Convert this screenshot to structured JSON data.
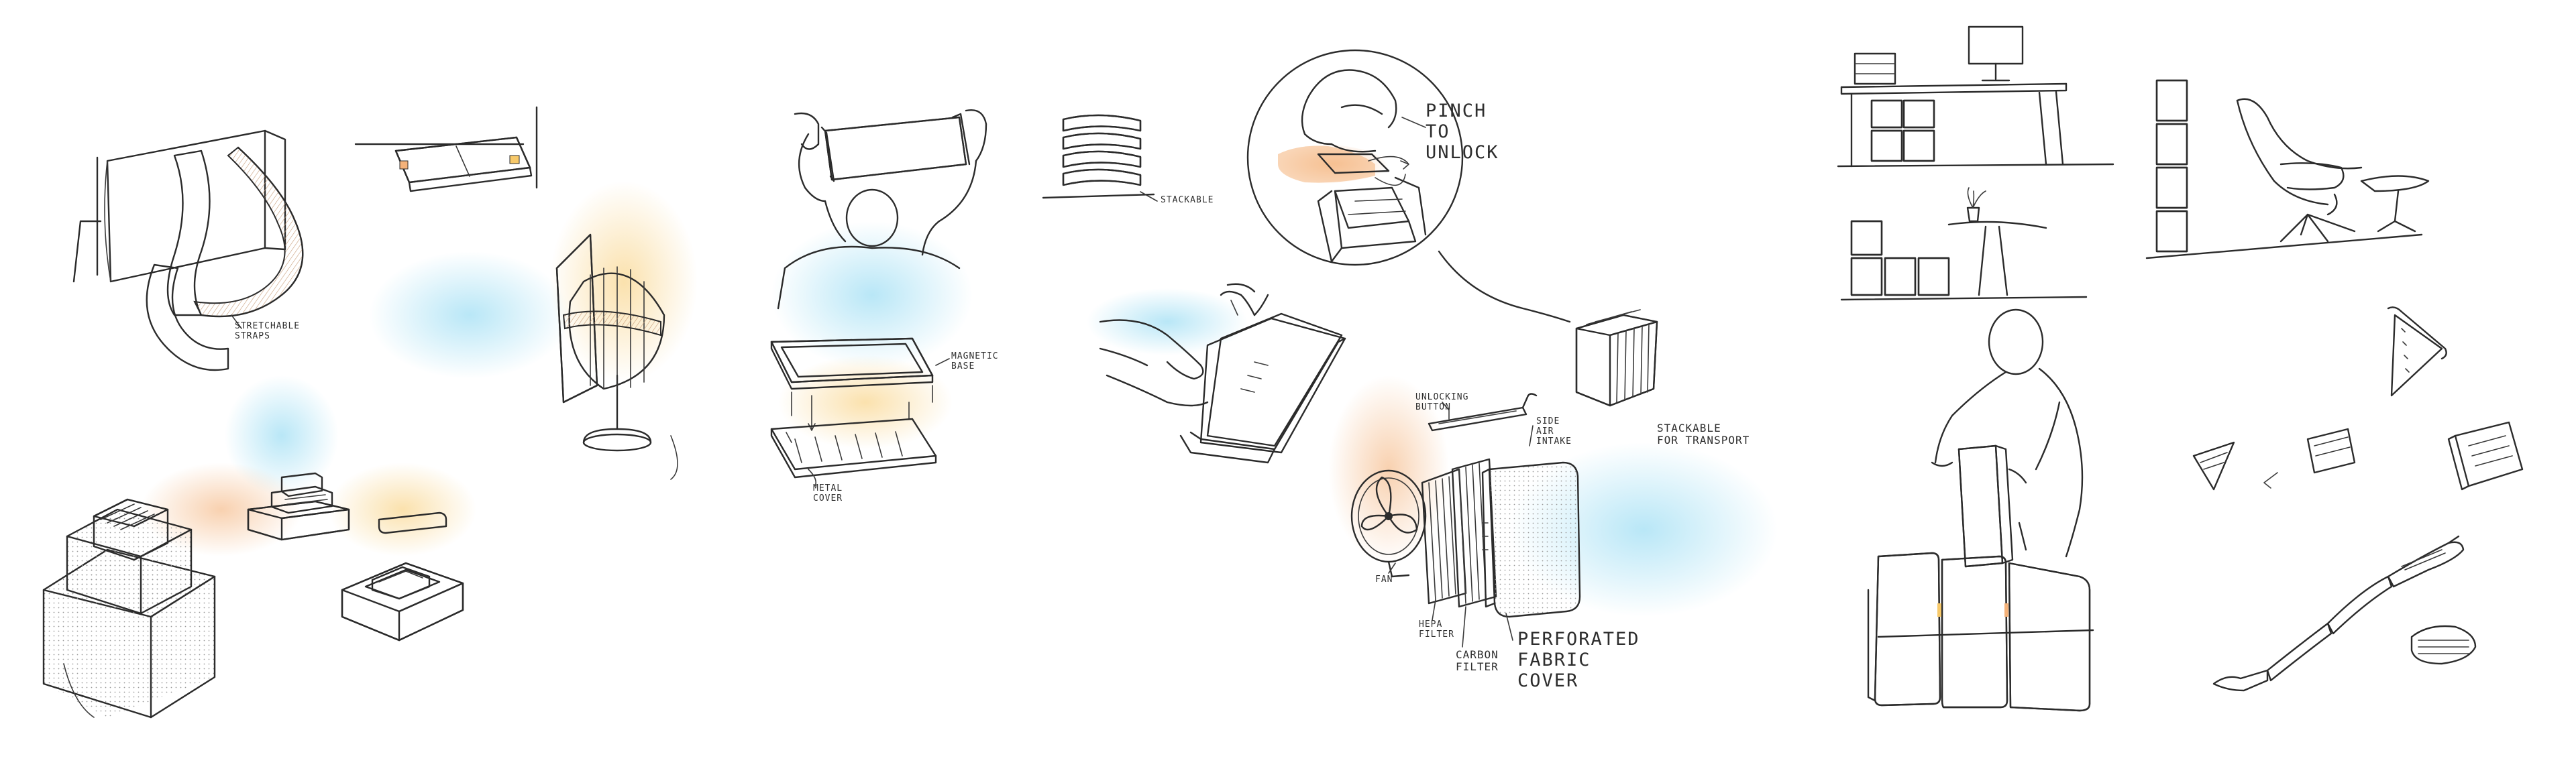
{
  "annotations": {
    "stretchable_straps": "STRETCHABLE\nSTRAPS",
    "magnetic_base": "MAGNETIC\nBASE",
    "metal_cover": "METAL\nCOVER",
    "stackable": "STACKABLE",
    "pinch_to_unlock": "PINCH\nTO\nUNLOCK",
    "stackable_for_transport": "STACKABLE\nFOR TRANSPORT",
    "unlocking_button": "UNLOCKING\nBUTTON",
    "side_air_intake": "SIDE\nAIR\nINTAKE",
    "fan": "FAN",
    "hepa_filter": "HEPA\nFILTER",
    "carbon_filter": "CARBON\nFILTER",
    "perforated_fabric_cover": "PERFORATED\nFABRIC\nCOVER"
  },
  "colors": {
    "ink": "#2b2b2b",
    "cool_airflow": "#7fd3f0",
    "warm_airflow": "#f7c96a",
    "orange_highlight": "#f4b27a",
    "strap_fill": "#f3d6bd"
  }
}
